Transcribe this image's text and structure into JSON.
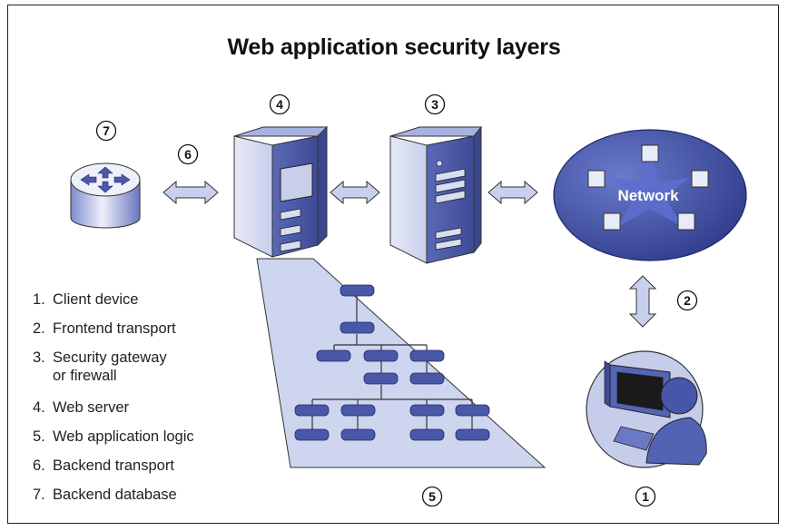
{
  "title": "Web application security layers",
  "network_label": "Network",
  "badges": {
    "one": "1",
    "two": "2",
    "three": "3",
    "four": "4",
    "five": "5",
    "six": "6",
    "seven": "7"
  },
  "legend": [
    {
      "num": "1.",
      "text": "Client device"
    },
    {
      "num": "2.",
      "text": "Frontend transport"
    },
    {
      "num": "3.",
      "text": "Security gateway",
      "text2": "or firewall"
    },
    {
      "num": "4.",
      "text": "Web server"
    },
    {
      "num": "5.",
      "text": "Web application logic"
    },
    {
      "num": "6.",
      "text": "Backend transport"
    },
    {
      "num": "7.",
      "text": "Backend database"
    }
  ],
  "colors": {
    "primary_blue": "#4a58a8",
    "light_blue": "#c8d0ee",
    "mid_blue": "#6a78c4",
    "dark_blue": "#2e3a80"
  },
  "icons": [
    "database-router-icon",
    "web-server-icon",
    "gateway-server-icon",
    "network-icon",
    "client-user-icon",
    "double-arrow-icon"
  ]
}
